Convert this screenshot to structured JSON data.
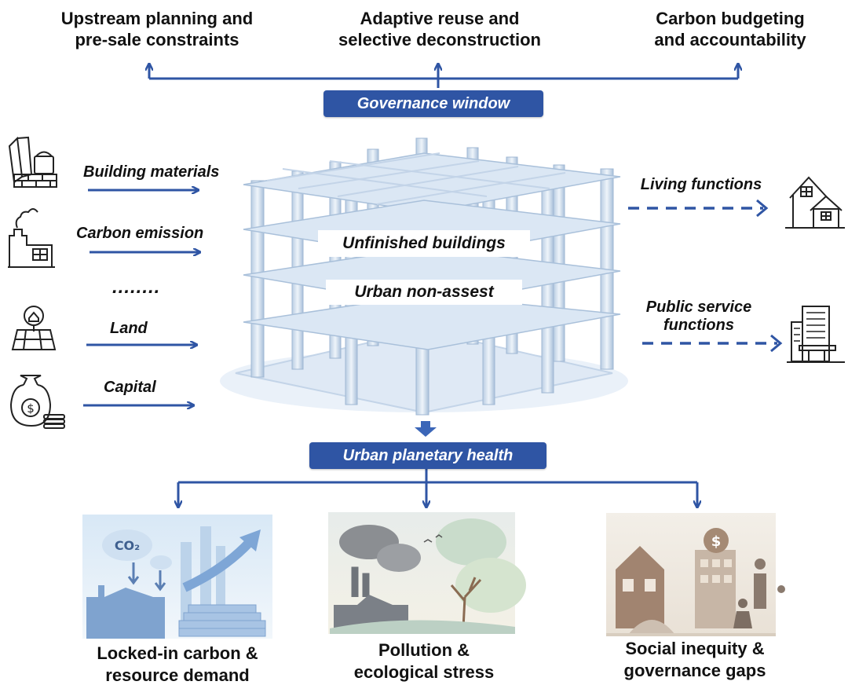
{
  "top_actions": [
    {
      "label": "Upstream planning and\npre-sale constraints"
    },
    {
      "label": "Adaptive reuse and\nselective deconstruction"
    },
    {
      "label": "Carbon budgeting\nand accountability"
    }
  ],
  "governance_window": "Governance window",
  "inputs": [
    {
      "label": "Building materials",
      "icon": "materials-icon"
    },
    {
      "label": "Carbon emission",
      "icon": "factory-icon"
    },
    {
      "label": "Land",
      "icon": "land-icon"
    },
    {
      "label": "Capital",
      "icon": "money-bag-icon"
    }
  ],
  "inputs_ellipsis": "........",
  "building": {
    "label_1": "Unfinished buildings",
    "label_2": "Urban non-assest"
  },
  "outputs": [
    {
      "label": "Living functions",
      "icon": "house-icon"
    },
    {
      "label": "Public service\nfunctions",
      "icon": "office-building-icon"
    }
  ],
  "urban_health": "Urban planetary health",
  "impacts": [
    {
      "label": "Locked-in carbon &\nresource demand"
    },
    {
      "label": "Pollution &\necological stress"
    },
    {
      "label": "Social inequity &\ngovernance gaps"
    }
  ],
  "colors": {
    "accent": "#2f55a4",
    "building": "#c9dbee"
  }
}
